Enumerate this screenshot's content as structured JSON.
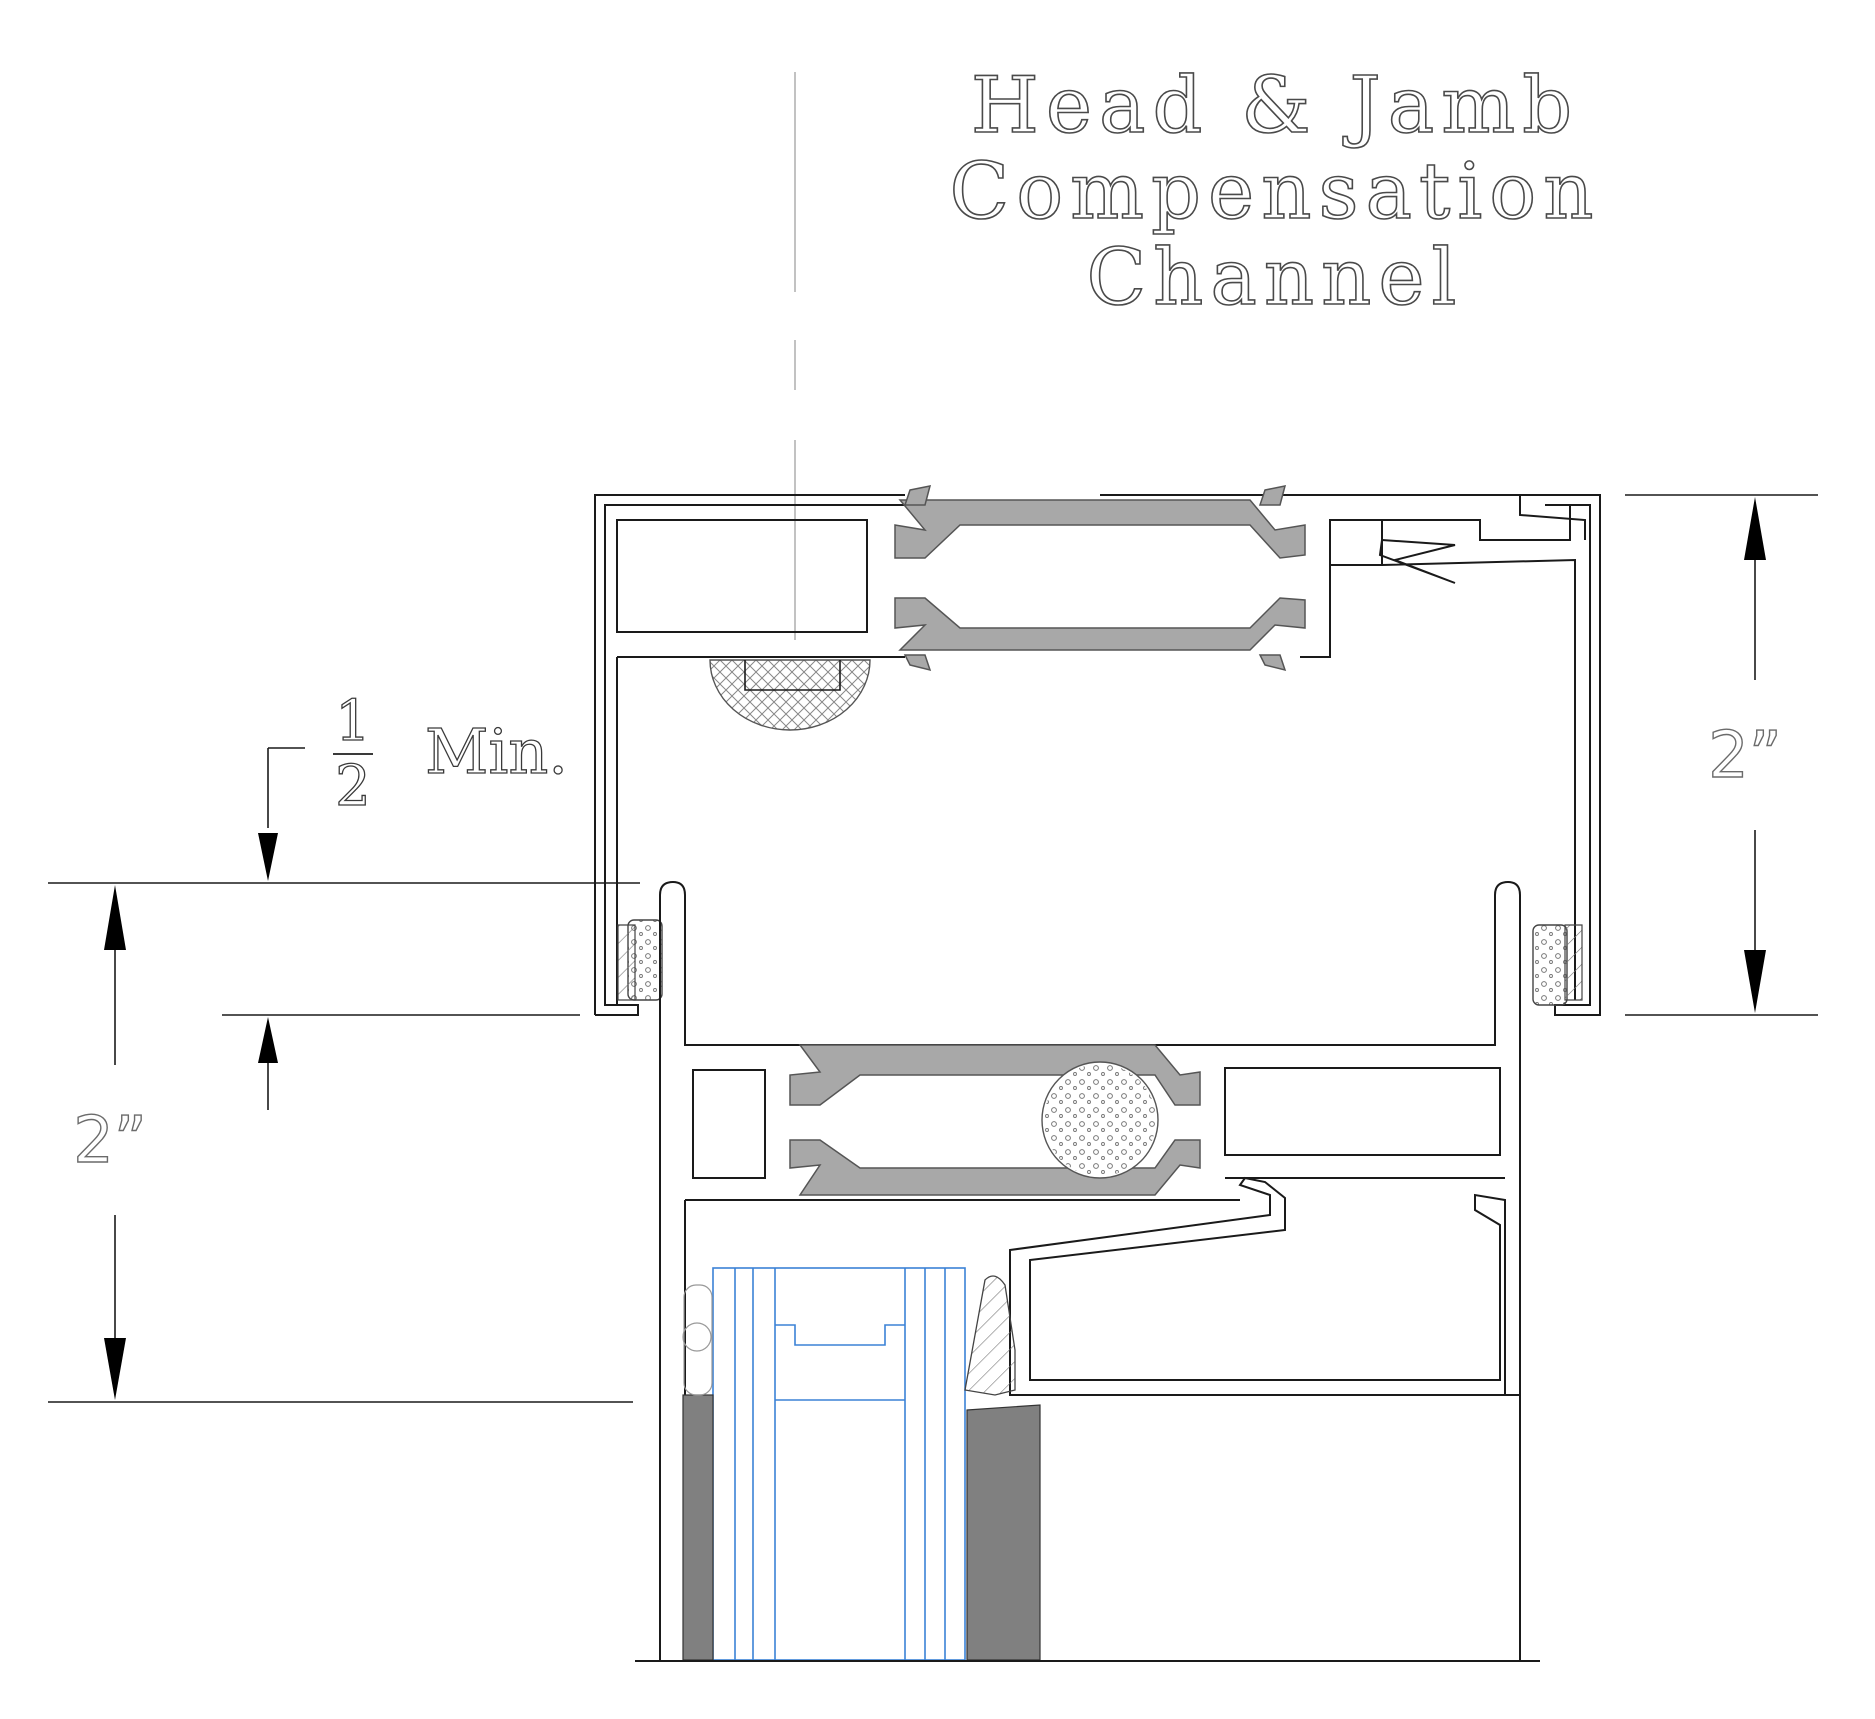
{
  "title": {
    "line1": "Head & Jamb",
    "line2": "Compensation",
    "line3": "Channel"
  },
  "dimensions": {
    "head_height": "2”",
    "frame_height": "2”",
    "clearance_numerator": "1",
    "clearance_denominator": "2",
    "clearance_suffix": "Min."
  },
  "colors": {
    "line": "#1a1a1a",
    "thermal_break": "#a8a8a8",
    "glazing": "#3b82d6",
    "setting_block": "#808080"
  }
}
